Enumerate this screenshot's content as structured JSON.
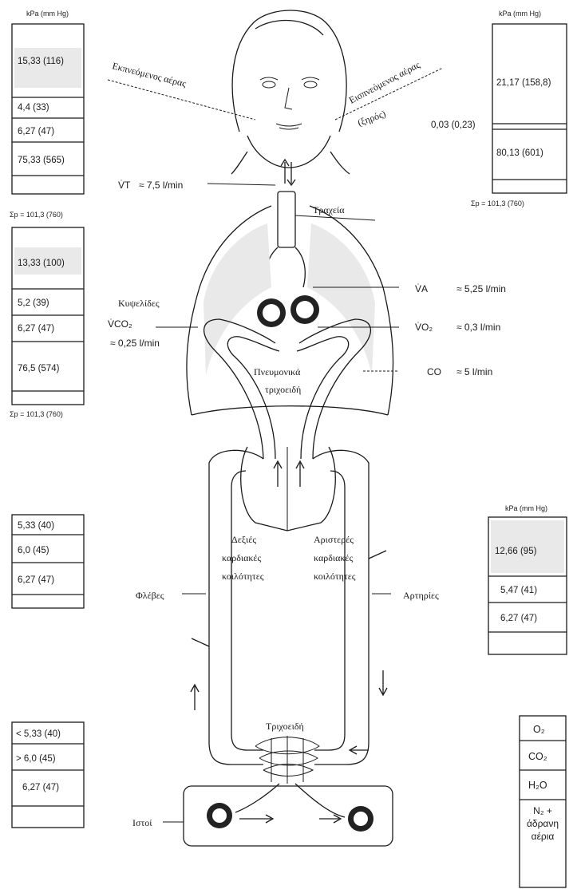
{
  "units_label": "kPa (mm Hg)",
  "inspired_air": {
    "label": "Εισπνεόμενος αέρας",
    "sub": "(ξηρός)",
    "cells": [
      "21,17 (158,8)",
      "0,03 (0,23)",
      "80,13 (601)"
    ],
    "sum": "Σp = 101,3 (760)"
  },
  "expired_air": {
    "label": "Εκπνεόμενος αέρας",
    "cells": [
      "15,33 (116)",
      "4,4 (33)",
      "6,27 (47)",
      "75,33 (565)"
    ],
    "sum": "Σp = 101,3 (760)"
  },
  "alveolar": {
    "cells": [
      "13,33 (100)",
      "5,2 (39)",
      "6,27 (47)",
      "76,5 (574)"
    ],
    "sum": "Σp = 101,3 (760)"
  },
  "venous": {
    "cells": [
      "5,33 (40)",
      "6,0 (45)",
      "6,27 (47)"
    ]
  },
  "arterial": {
    "cells": [
      "12,66 (95)",
      "5,47 (41)",
      "6,27 (47)"
    ]
  },
  "tissue": {
    "cells": [
      "< 5,33 (40)",
      "> 6,0 (45)",
      "6,27 (47)"
    ]
  },
  "legend": [
    "O₂",
    "CO₂",
    "H₂O",
    "N₂ + άδρανη αέρια"
  ],
  "labels": {
    "vt_sym": "V̇T",
    "vt_val": "≈ 7,5 l/min",
    "trachea": "Τραχεία",
    "alveoli": "Κυψελίδες",
    "vco2_sym": "V̇CO₂",
    "vco2_val": "≈ 0,25 l/min",
    "va_sym": "V̇A",
    "va_val": "≈ 5,25 l/min",
    "vo2_sym": "V̇O₂",
    "vo2_val": "≈ 0,3 l/min",
    "co_sym": "CO",
    "co_val": "≈ 5 l/min",
    "pulm_cap_1": "Πνευμονικά",
    "pulm_cap_2": "τριχοειδή",
    "right_heart_1": "Δεξιές",
    "right_heart_2": "καρδιακές",
    "right_heart_3": "κοιλότητες",
    "left_heart_1": "Αριστερές",
    "left_heart_2": "καρδιακές",
    "left_heart_3": "κοιλότητες",
    "veins": "Φλέβες",
    "arteries": "Αρτηρίες",
    "capillaries": "Τριχοειδή",
    "tissues": "Ιστοί"
  }
}
